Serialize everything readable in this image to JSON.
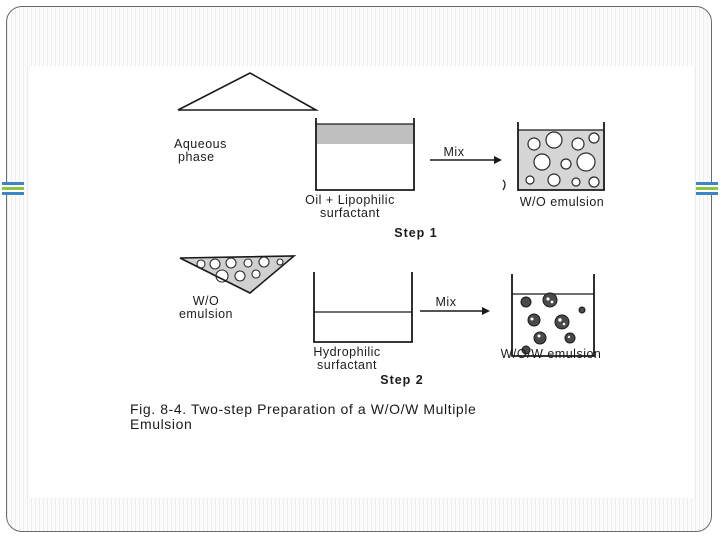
{
  "labels": {
    "aqueous": "Aqueous\nphase",
    "oil": "Oil + Lipophilic\nsurfactant",
    "mix1": "Mix",
    "wo_emulsion_result": "W/O emulsion",
    "step1": "Step 1",
    "wo_emulsion_source": "W/O\nemulsion",
    "hydrophilic": "Hydrophilic\nsurfactant",
    "mix2": "Mix",
    "wow_emulsion_result": "W/O/W emulsion",
    "step2": "Step 2"
  },
  "caption": "Fig. 8-4. Two-step Preparation of a W/O/W Multiple Emulsion",
  "colors": {
    "accent_blue": "#3d86c6",
    "accent_green": "#8cc63f",
    "frame_border": "#6a6a6a"
  }
}
